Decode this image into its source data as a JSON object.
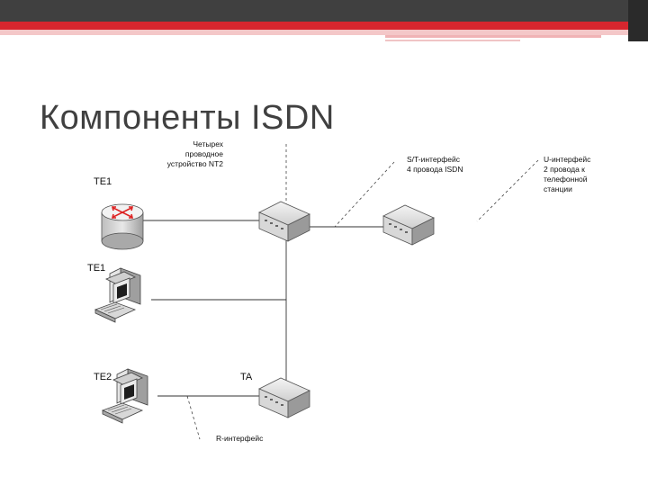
{
  "slide": {
    "title": "Компоненты ISDN"
  },
  "labels": {
    "te1_router": "TE1",
    "te1_pc": "TE1",
    "te2": "TE2",
    "ta": "TA"
  },
  "notes": {
    "nt2": [
      "Четырех",
      "проводное",
      "устройство NT2"
    ],
    "st": [
      "S/T-интерфейс",
      "4 провода ISDN"
    ],
    "u": [
      "U-интерфейс",
      "2 провода к",
      "телефонной",
      "станции"
    ],
    "r": "R-интерфейс"
  },
  "colors": {
    "top_bar": "#404040",
    "accent": "#d7262e"
  }
}
